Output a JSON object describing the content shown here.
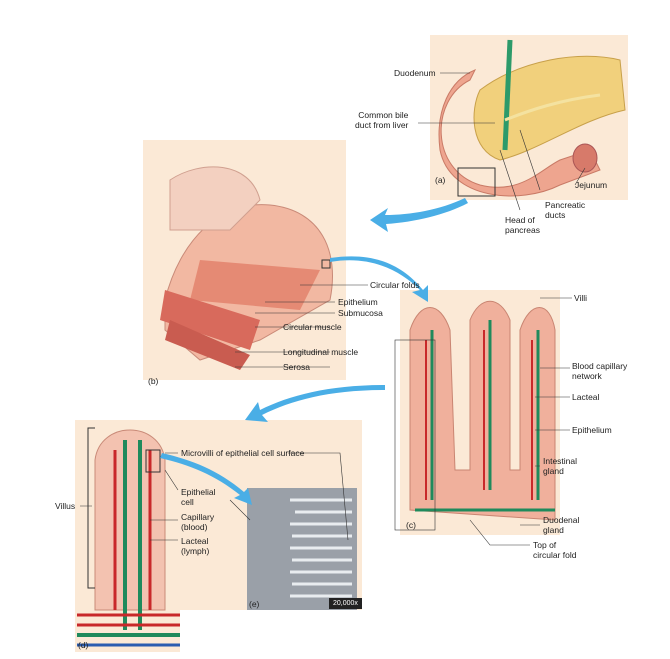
{
  "panel_a": {
    "tag": "(a)",
    "labels": {
      "duodenum": "Duodenum",
      "bile_duct": "Common bile\nduct from liver",
      "jejunum": "Jejunum",
      "pancreatic_ducts": "Pancreatic\nducts",
      "head_pancreas": "Head of\npancreas"
    }
  },
  "panel_b": {
    "tag": "(b)",
    "labels": {
      "circular_folds": "Circular folds",
      "epithelium": "Epithelium",
      "submucosa": "Submucosa",
      "circular_muscle": "Circular muscle",
      "longitudinal_muscle": "Longitudinal muscle",
      "serosa": "Serosa"
    }
  },
  "panel_c": {
    "tag": "(c)",
    "labels": {
      "villi": "Villi",
      "capillary_network": "Blood capillary\nnetwork",
      "lacteal": "Lacteal",
      "epithelium": "Epithelium",
      "intestinal_gland": "Intestinal\ngland",
      "duodenal_gland": "Duodenal\ngland",
      "top_fold": "Top of\ncircular fold"
    }
  },
  "panel_d": {
    "tag": "(d)",
    "labels": {
      "villus": "Villus",
      "microvilli": "Microvilli of epithelial cell surface",
      "epithelial_cell": "Epithelial\ncell",
      "capillary": "Capillary\n(blood)",
      "lacteal": "Lacteal\n(lymph)"
    }
  },
  "panel_e": {
    "tag": "(e)",
    "magnification": "20,000x"
  },
  "colors": {
    "panel": "#fbe9d6",
    "tissue": "#f0a890",
    "blood": "#c8282a",
    "lymph": "#1f8a5c",
    "arrow": "#4aaee6"
  }
}
